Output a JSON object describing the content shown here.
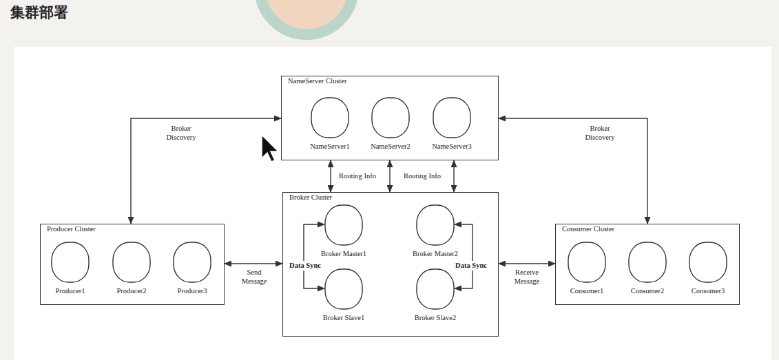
{
  "diagram": {
    "title": "集群部署",
    "nodes": [
      {
        "text": [
          "NameServer Cluster"
        ]
      },
      {
        "text": [
          "NameServer1"
        ],
        "in": 0
      },
      {
        "text": [
          "NameServer2"
        ],
        "in": 0
      },
      {
        "text": [
          "NameServer3"
        ],
        "in": 0
      },
      {
        "text": [
          "Broker Cluster"
        ]
      },
      {
        "text": [
          "Broker Master1"
        ],
        "in": 4
      },
      {
        "text": [
          "Broker Master2"
        ],
        "in": 4
      },
      {
        "text": [
          "Broker Slave1"
        ],
        "in": 4
      },
      {
        "text": [
          "Broker Slave2"
        ],
        "in": 4
      },
      {
        "text": [
          "Producer Cluster"
        ]
      },
      {
        "text": [
          "Producer1"
        ],
        "in": 9
      },
      {
        "text": [
          "Producer2"
        ],
        "in": 9
      },
      {
        "text": [
          "Producer3"
        ],
        "in": 9
      },
      {
        "text": [
          "Consumer Cluster"
        ]
      },
      {
        "text": [
          "Consumer1"
        ],
        "in": 13
      },
      {
        "text": [
          "Consumer2"
        ],
        "in": 13
      },
      {
        "text": [
          "Consumer3"
        ],
        "in": 13
      }
    ],
    "edges": [
      {
        "from": 9,
        "to": 0,
        "arrow": "both",
        "label": "Broker Discovery"
      },
      {
        "from": 13,
        "to": 0,
        "arrow": "both",
        "label": "Broker Discovery"
      },
      {
        "from": 0,
        "to": 4,
        "arrow": "both",
        "label": "Routing Info"
      },
      {
        "from": 0,
        "to": 4,
        "arrow": "both",
        "label": "Routing Info"
      },
      {
        "from": 0,
        "to": 4,
        "arrow": "both"
      },
      {
        "from": 9,
        "to": 4,
        "arrow": "both",
        "label": "Send Message"
      },
      {
        "from": 4,
        "to": 13,
        "arrow": "both",
        "label": "Receive Message"
      },
      {
        "from": 5,
        "to": 7,
        "arrow": "both",
        "label": "Data Sync"
      },
      {
        "from": 6,
        "to": 8,
        "arrow": "both",
        "label": "Data Sync"
      }
    ]
  }
}
